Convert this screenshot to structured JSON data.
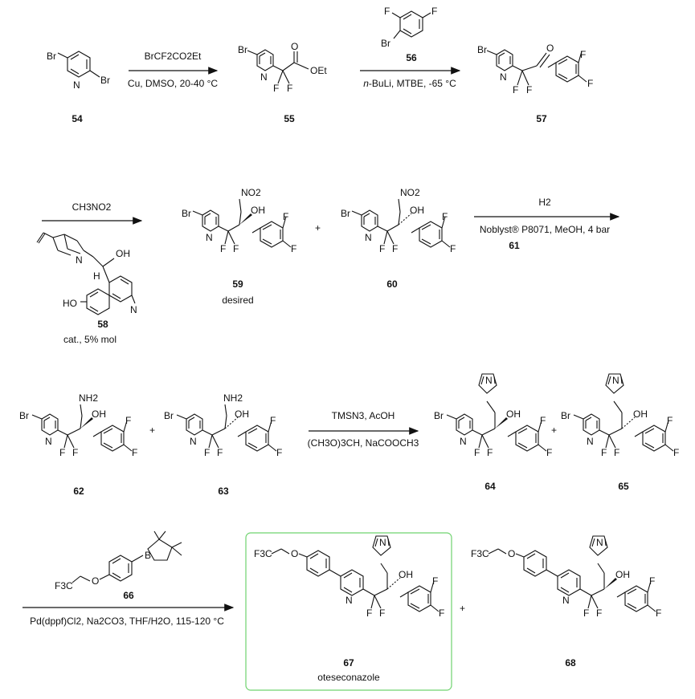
{
  "colors": {
    "highlight_box": "#6fd36f",
    "ink": "#111111"
  },
  "compounds": {
    "c54": "54",
    "c55": "55",
    "c56": "56",
    "c57": "57",
    "c58": "58",
    "c59": "59",
    "c60": "60",
    "c61": "61",
    "c62": "62",
    "c63": "63",
    "c64": "64",
    "c65": "65",
    "c66": "66",
    "c67": "67",
    "c68": "68"
  },
  "notes": {
    "desired": "desired",
    "catalyst_loading": "cat., 5% mol",
    "drug_name": "oteseconazole",
    "plus": "+"
  },
  "reagents": {
    "step1_top": "BrCF2CO2Et",
    "step1_bottom": "Cu, DMSO, 20-40 °C",
    "step2_bottom_italic": "n",
    "step2_bottom": "-BuLi, MTBE, -65 °C",
    "step3_top": "CH3NO2",
    "step4_top": "H2",
    "step4_bottom": "Noblyst® P8071, MeOH, 4 bar",
    "step5_top": "TMSN3, AcOH",
    "step5_bottom": "(CH3O)3CH, NaCOOCH3",
    "step6_bottom": "Pd(dppf)Cl2, Na2CO3, THF/H2O, 115-120 °C"
  },
  "atoms": {
    "Br": "Br",
    "F": "F",
    "N": "N",
    "O": "O",
    "OH": "OH",
    "H": "H",
    "HO": "HO",
    "OEt": "OEt",
    "NO2": "NO2",
    "NH2": "NH2",
    "B": "B",
    "F3C": "F3C"
  }
}
